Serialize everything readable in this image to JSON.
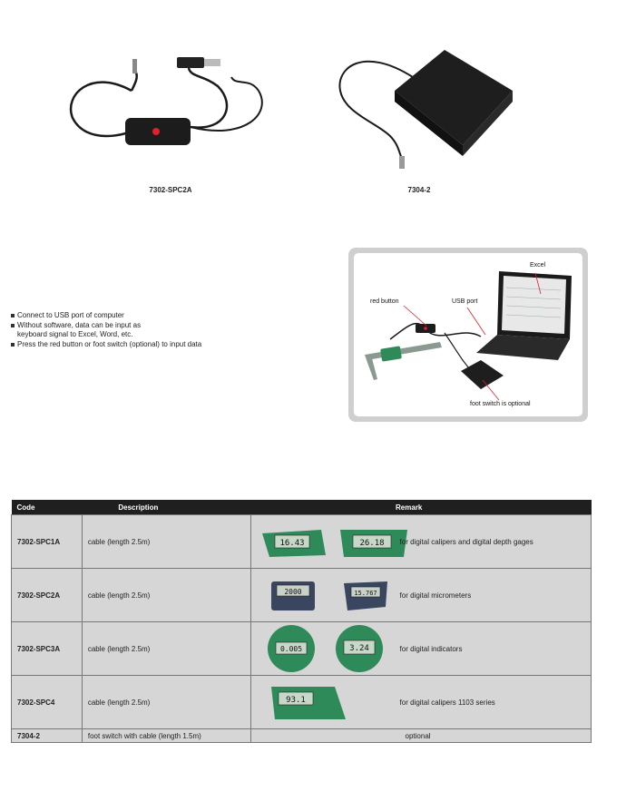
{
  "products": [
    {
      "code": "7302-SPC2A"
    },
    {
      "code": "7304-2"
    }
  ],
  "features": [
    [
      "Connect to USB port of computer"
    ],
    [
      "Without software, data can be input as",
      "keyboard signal to Excel, Word, etc."
    ],
    [
      "Press the red button or foot switch (optional) to input data"
    ]
  ],
  "diagram": {
    "excel": "Excel",
    "red_button": "red button",
    "usb_port": "USB port",
    "foot_switch": "foot switch is optional"
  },
  "table": {
    "headers": {
      "code": "Code",
      "description": "Description",
      "remark": "Remark"
    },
    "rows": [
      {
        "code": "7302-SPC1A",
        "description": "cable (length 2.5m)",
        "remark": "for digital calipers and digital depth gages",
        "readouts": [
          "16.43",
          "26.18"
        ]
      },
      {
        "code": "7302-SPC2A",
        "description": "cable (length 2.5m)",
        "remark": "for digital micrometers",
        "readouts": [
          "2000",
          "15.767"
        ]
      },
      {
        "code": "7302-SPC3A",
        "description": "cable (length 2.5m)",
        "remark": "for digital indicators",
        "readouts": [
          "0.005",
          "3.24"
        ]
      },
      {
        "code": "7302-SPC4",
        "description": "cable (length 2.5m)",
        "remark": "for digital calipers 1103 series",
        "readouts": [
          "93.1"
        ]
      },
      {
        "code": "7304-2",
        "description": "foot switch with cable (length 1.5m)",
        "remark": "optional"
      }
    ]
  },
  "colors": {
    "header_bg": "#1f1f1f",
    "cell_bg": "#d6d6d6",
    "device_green": "#2f8a5a",
    "red_button": "#e0202a"
  }
}
